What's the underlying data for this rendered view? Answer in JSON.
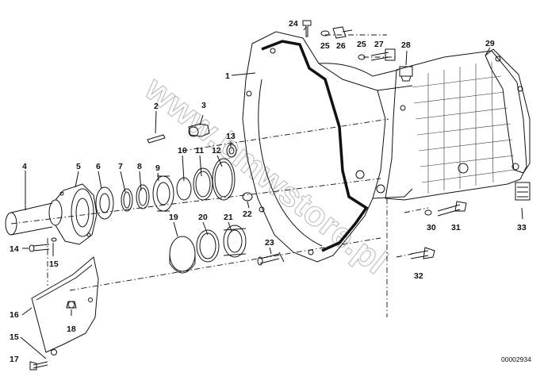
{
  "diagram": {
    "watermark": "www.bmwstore.pl",
    "reference_code": "00002934",
    "part_labels": [
      "1",
      "2",
      "3",
      "4",
      "5",
      "6",
      "7",
      "8",
      "9",
      "10",
      "11",
      "12",
      "13",
      "14",
      "15",
      "16",
      "17",
      "18",
      "19",
      "20",
      "21",
      "22",
      "23",
      "24",
      "25",
      "26",
      "27",
      "28",
      "29",
      "30",
      "31",
      "32",
      "33"
    ],
    "extra_labels": {
      "label_25b": "25",
      "label_15b": "15"
    }
  }
}
